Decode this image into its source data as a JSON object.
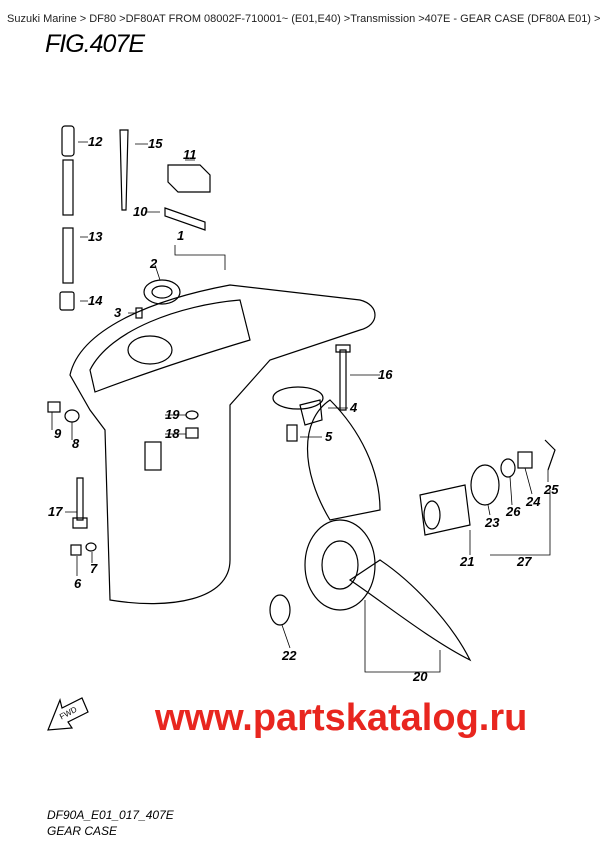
{
  "breadcrumb": "Suzuki Marine > DF80 >DF80AT FROM 08002F-710001~ (E01,E40) >Transmission >407E - GEAR CASE (DF80A E01) >",
  "figure_title": "FIG.407E",
  "watermark": "www.partskatalog.ru",
  "fwd_label": "FWD",
  "footer": {
    "code": "DF90A_E01_017_407E",
    "caption": "GEAR CASE"
  },
  "callouts": [
    "1",
    "2",
    "3",
    "4",
    "5",
    "6",
    "7",
    "8",
    "9",
    "10",
    "11",
    "12",
    "13",
    "14",
    "15",
    "16",
    "17",
    "18",
    "19",
    "20",
    "21",
    "22",
    "23",
    "24",
    "25",
    "26",
    "27"
  ]
}
